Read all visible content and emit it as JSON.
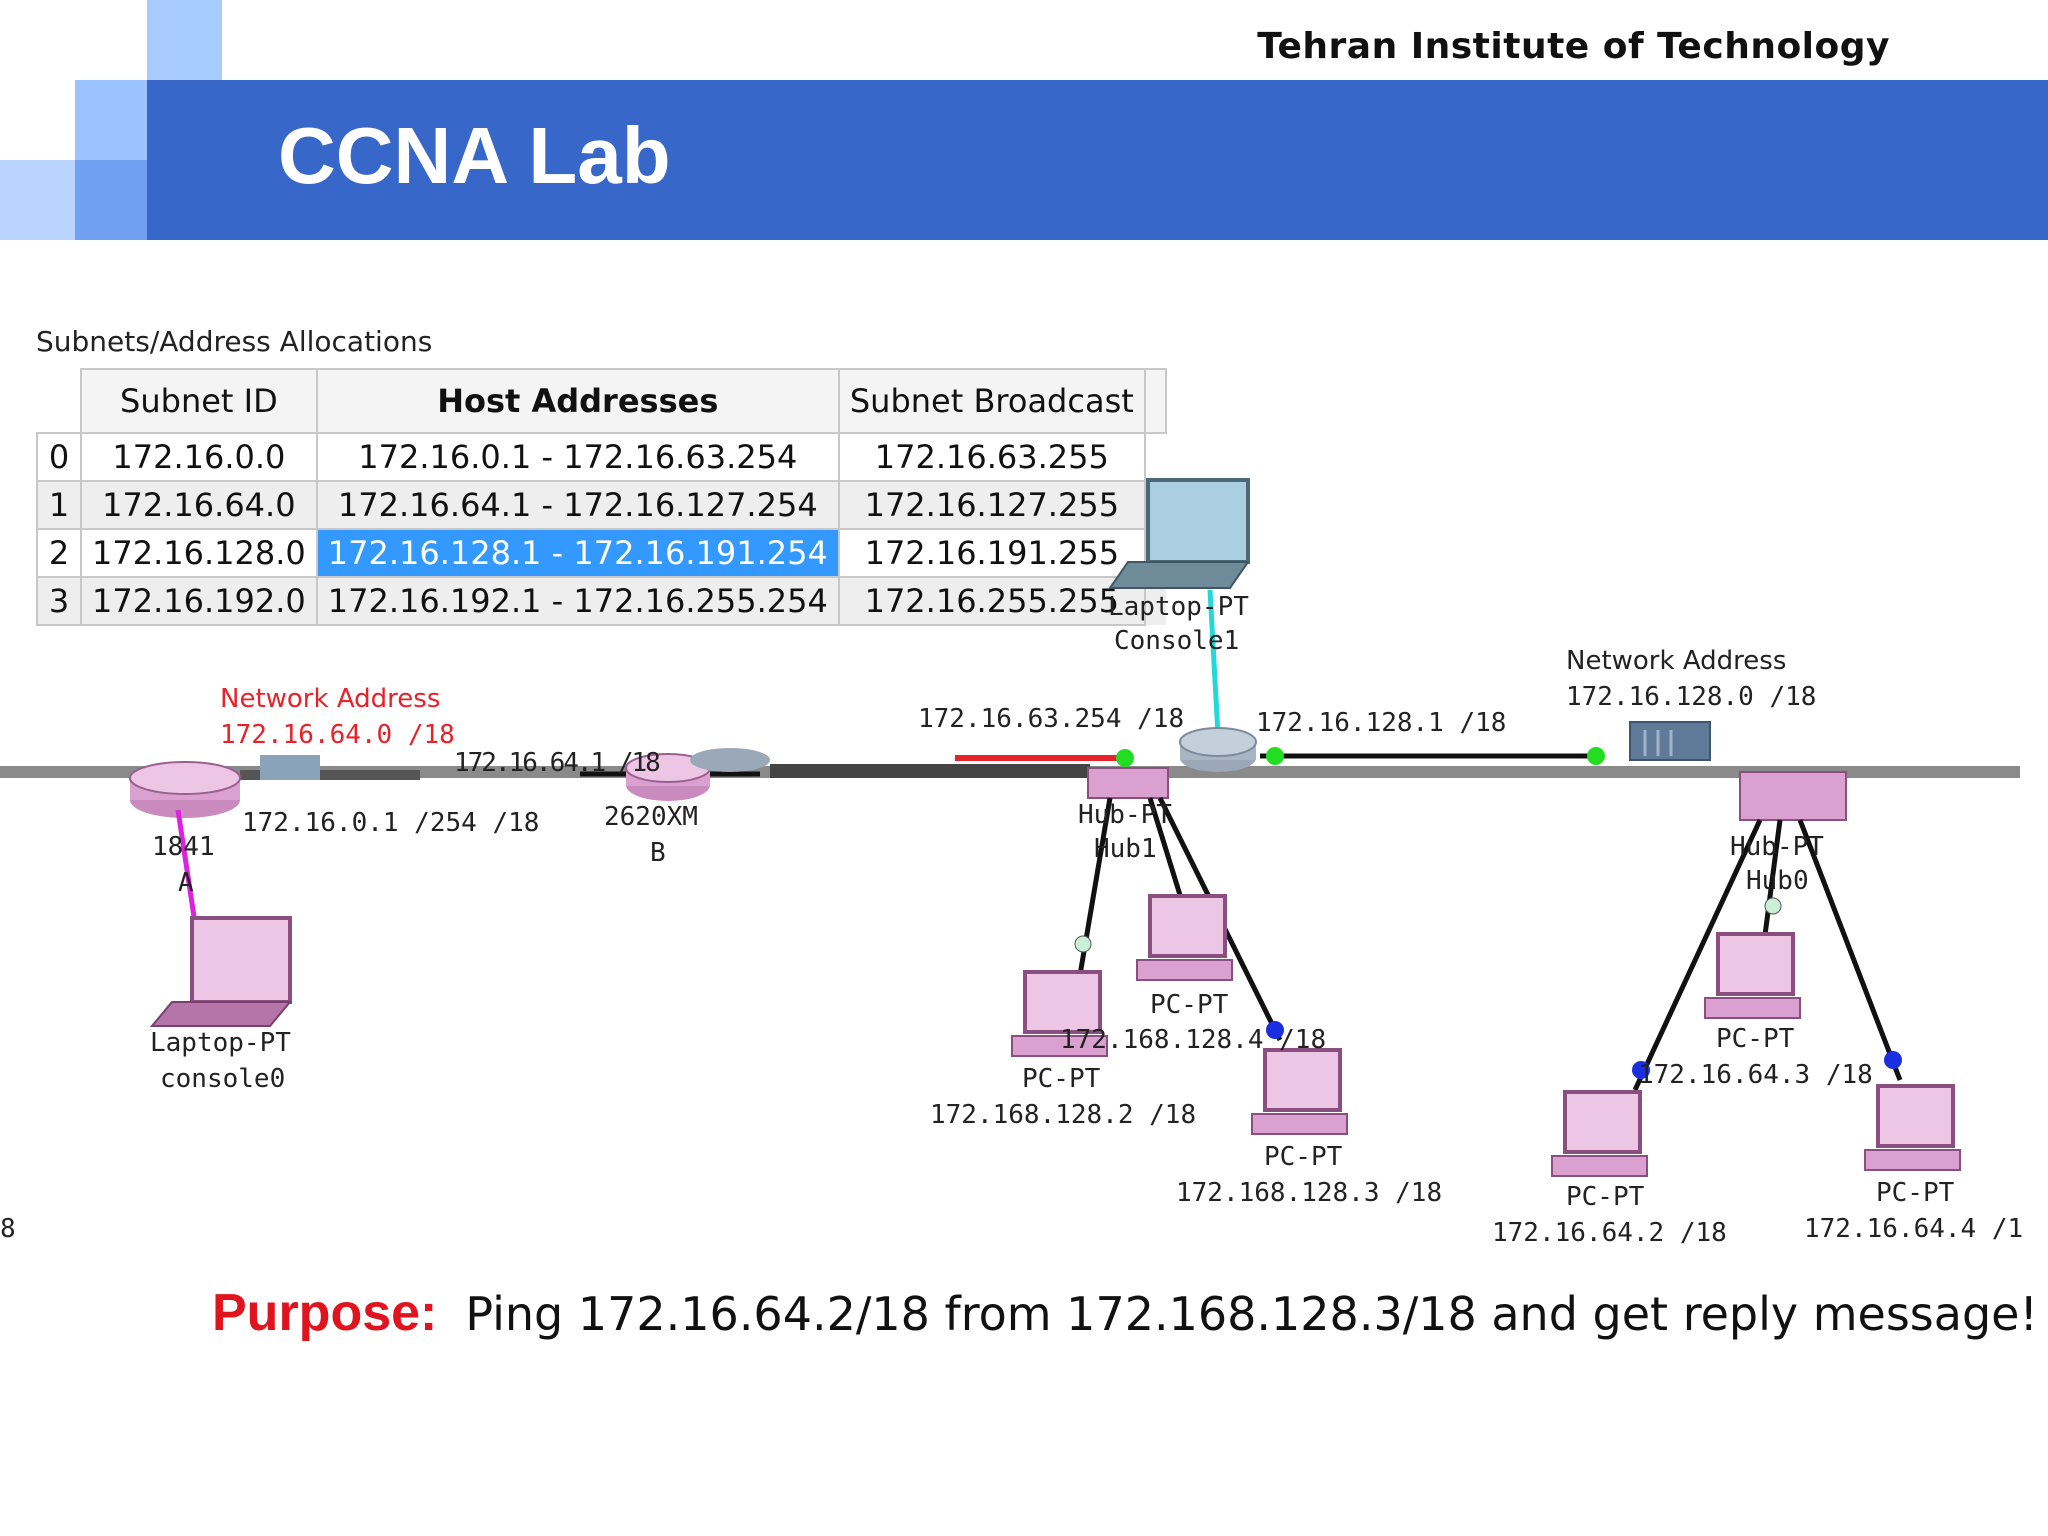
{
  "header": {
    "institute": "Tehran Institute of Technology",
    "title": "CCNA Lab"
  },
  "table": {
    "caption": "Subnets/Address Allocations",
    "columns": [
      "Subnet ID",
      "Host Addresses",
      "Subnet Broadcast"
    ],
    "rows": [
      {
        "index": "0",
        "subnet_id": "172.16.0.0",
        "hosts": "172.16.0.1 - 172.16.63.254",
        "broadcast": "172.16.63.255"
      },
      {
        "index": "1",
        "subnet_id": "172.16.64.0",
        "hosts": "172.16.64.1 - 172.16.127.254",
        "broadcast": "172.16.127.255"
      },
      {
        "index": "2",
        "subnet_id": "172.16.128.0",
        "hosts": "172.16.128.1 - 172.16.191.254",
        "broadcast": "172.16.191.255"
      },
      {
        "index": "3",
        "subnet_id": "172.16.192.0",
        "hosts": "172.16.192.1 - 172.16.255.254",
        "broadcast": "172.16.255.255"
      }
    ],
    "selected_row": 2
  },
  "diagram": {
    "laptop_console1": {
      "type": "Laptop-PT",
      "name": "Console1"
    },
    "laptop_console0": {
      "type": "Laptop-PT",
      "name": "console0"
    },
    "router_a": {
      "model": "1841",
      "name": "A",
      "ip": "172.16.0.1 /254  /18"
    },
    "router_b": {
      "model": "2620XM",
      "name": "B",
      "ip_partial": "172.16.64.1 /18"
    },
    "network_left": {
      "label": "Network Address",
      "value": "172.16.64.0 /18"
    },
    "network_right": {
      "label": "Network Address",
      "value": "172.16.128.0  /18"
    },
    "link_left_ip": "172.16.63.254 /18",
    "link_right_ip": "172.16.128.1 /18",
    "hub1": {
      "type": "Hub-PT",
      "name": "Hub1"
    },
    "hub0": {
      "type": "Hub-PT",
      "name": "Hub0"
    },
    "pcs": [
      {
        "type": "PC-PT",
        "ip": "172.168.128.2  /18"
      },
      {
        "type": "PC-PT",
        "ip": "172.168.128.4  /18"
      },
      {
        "type": "PC-PT",
        "ip": "172.168.128.3  /18"
      },
      {
        "type": "PC-PT",
        "ip": "172.16.64.2  /18"
      },
      {
        "type": "PC-PT",
        "ip": "172.16.64.3  /18"
      },
      {
        "type": "PC-PT",
        "ip": "172.16.64.4  /1"
      }
    ],
    "edge_fragment": "8"
  },
  "purpose": {
    "label": "Purpose:",
    "text": "Ping 172.16.64.2/18 from 172.168.128.3/18 and get reply message!"
  },
  "colors": {
    "header_blue": "#3767c9",
    "accent_light": "#9cc3ff",
    "accent_mid": "#6fa0f2",
    "selection": "#3399ff",
    "purpose_red": "#e0141e",
    "device_pink": "#d9a0d0"
  }
}
